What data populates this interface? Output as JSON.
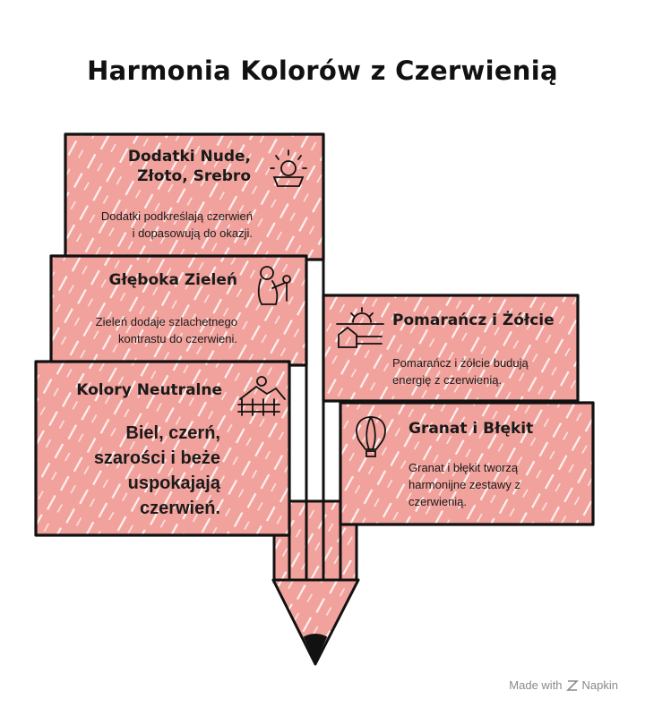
{
  "title": "Harmonia Kolorów z Czerwienią",
  "colors": {
    "fill": "#f2a29c",
    "stroke": "#111111",
    "hatch": "#ffffff"
  },
  "cards": [
    {
      "id": "dodatki",
      "heading_line1": "Dodatki Nude,",
      "heading_line2": "Złoto, Srebro",
      "desc_line1": "Dodatki podkreślają czerwień",
      "desc_line2": "i dopasowują do okazji.",
      "icon": "sunrise-icon"
    },
    {
      "id": "zielen",
      "heading": "Głęboka Zieleń",
      "desc_line1": "Zieleń dodaje szlachetnego",
      "desc_line2": "kontrastu do czerwieni.",
      "icon": "woman-with-flower-icon"
    },
    {
      "id": "neutralne",
      "heading": "Kolory Neutralne",
      "desc_line1": "Biel, czerń,",
      "desc_line2": "szarości i beże",
      "desc_line3": "uspokajają",
      "desc_line4": "czerwień.",
      "icon": "landscape-fence-icon"
    },
    {
      "id": "pomarancz",
      "heading": "Pomarańcz i Żółcie",
      "desc_line1": "Pomarańcz i żółcie budują",
      "desc_line2": "energię z czerwienią.",
      "icon": "farm-sunrise-icon"
    },
    {
      "id": "granat",
      "heading": "Granat i Błękit",
      "desc_line1": "Granat i błękit tworzą",
      "desc_line2": "harmonijne zestawy z",
      "desc_line3": "czerwienią.",
      "icon": "hot-air-balloon-icon"
    }
  ],
  "footer": {
    "made_with": "Made with",
    "brand": "Napkin"
  }
}
